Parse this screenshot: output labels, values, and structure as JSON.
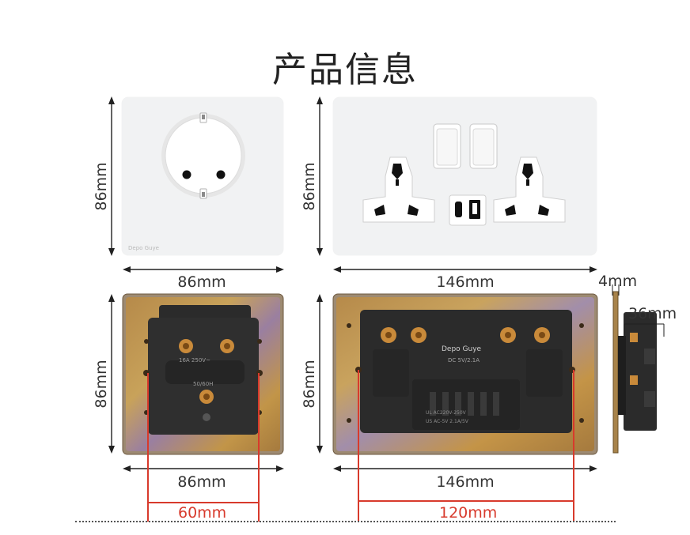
{
  "title": "产品信息",
  "front": {
    "single": {
      "height": "86mm",
      "width": "86mm",
      "brand": "Depo Guye"
    },
    "double": {
      "height": "86mm",
      "width": "146mm"
    }
  },
  "back": {
    "single": {
      "height": "86mm",
      "width": "86mm",
      "hole_spacing": "60mm",
      "labels": [
        "16A 250V~",
        "50/60H"
      ]
    },
    "double": {
      "height": "86mm",
      "width": "146mm",
      "hole_spacing": "120mm",
      "brand": "Depo Guye",
      "labels": [
        "DC 5V/2.1A",
        "UL AC220V-250V",
        "US AC-5V 2.1A/5V"
      ]
    }
  },
  "side": {
    "plate_thickness": "4mm",
    "depth": "36mm"
  },
  "colors": {
    "dimension_red": "#d83a2c",
    "plate_white": "#f1f2f3",
    "housing_black": "#2b2b2b",
    "brass": "#c98a3a"
  }
}
